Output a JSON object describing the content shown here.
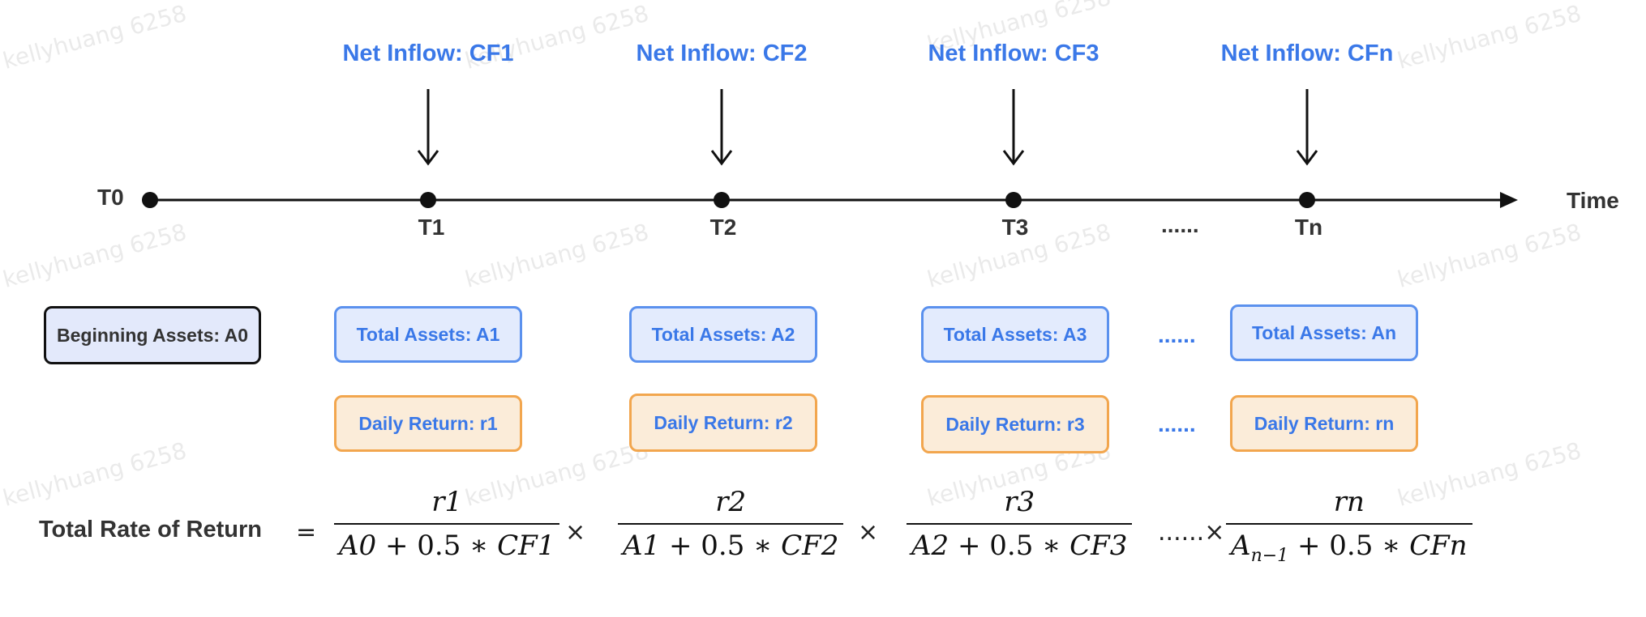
{
  "watermark": "kellyhuang 6258",
  "timeline": {
    "start_label": "T0",
    "time_label": "Time",
    "ellipsis": "......",
    "ticks": [
      "T1",
      "T2",
      "T3",
      "Tn"
    ],
    "inflows": [
      "Net Inflow: CF1",
      "Net Inflow: CF2",
      "Net Inflow: CF3",
      "Net Inflow: CFn"
    ]
  },
  "boxes": {
    "beginning": "Beginning Assets: A0",
    "assets": [
      "Total Assets: A1",
      "Total Assets: A2",
      "Total Assets: A3",
      "Total Assets: An"
    ],
    "returns": [
      "Daily Return: r1",
      "Daily Return: r2",
      "Daily Return: r3",
      "Daily Return: rn"
    ],
    "ellipsis": "......"
  },
  "formula": {
    "label": "Total Rate of Return",
    "equals": "=",
    "times": "×",
    "ellipsis_times": "......×",
    "numerators": [
      "r1",
      "r2",
      "r3",
      "rn"
    ],
    "denominators": [
      {
        "A": "A0",
        "plus": "+ 0.5 ∗ ",
        "CF": "CF1"
      },
      {
        "A": "A1",
        "plus": "+ 0.5 ∗ ",
        "CF": "CF2"
      },
      {
        "A": "A2",
        "plus": "+ 0.5 ∗ ",
        "CF": "CF3"
      },
      {
        "A": "A",
        "A_sub": "n−1",
        "plus": "+ 0.5 ∗ ",
        "CF": "CFn"
      }
    ]
  },
  "colors": {
    "accent_blue": "#3a78e8",
    "box_blue_border": "#5b91ee",
    "box_orange_border": "#f2a64e",
    "text": "#333333"
  }
}
